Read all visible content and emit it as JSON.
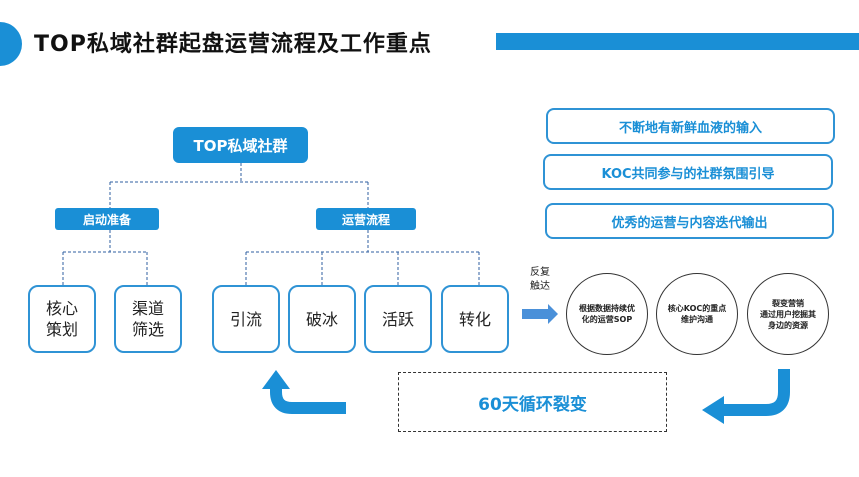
{
  "page": {
    "title": "TOP私域社群起盘运营流程及工作重点"
  },
  "tree": {
    "root": "TOP私域社群",
    "branches": [
      {
        "label": "启动准备",
        "children": [
          "核心\n策划",
          "渠道\n筛选"
        ]
      },
      {
        "label": "运营流程",
        "children": [
          "引流",
          "破冰",
          "活跃",
          "转化"
        ]
      }
    ]
  },
  "feedback_label": "反复\n触达",
  "right_boxes": [
    "不断地有新鲜血液的输入",
    "KOC共同参与的社群氛围引导",
    "优秀的运营与内容迭代输出"
  ],
  "circles": [
    "根据数据持续优化的运营SOP",
    "核心KOC的重点维护沟通",
    "裂变营销\n通过用户挖掘其身边的资源"
  ],
  "loop_label": "60天循环裂变",
  "colors": {
    "accent": "#1a8fd6",
    "border": "#2f93d5"
  }
}
